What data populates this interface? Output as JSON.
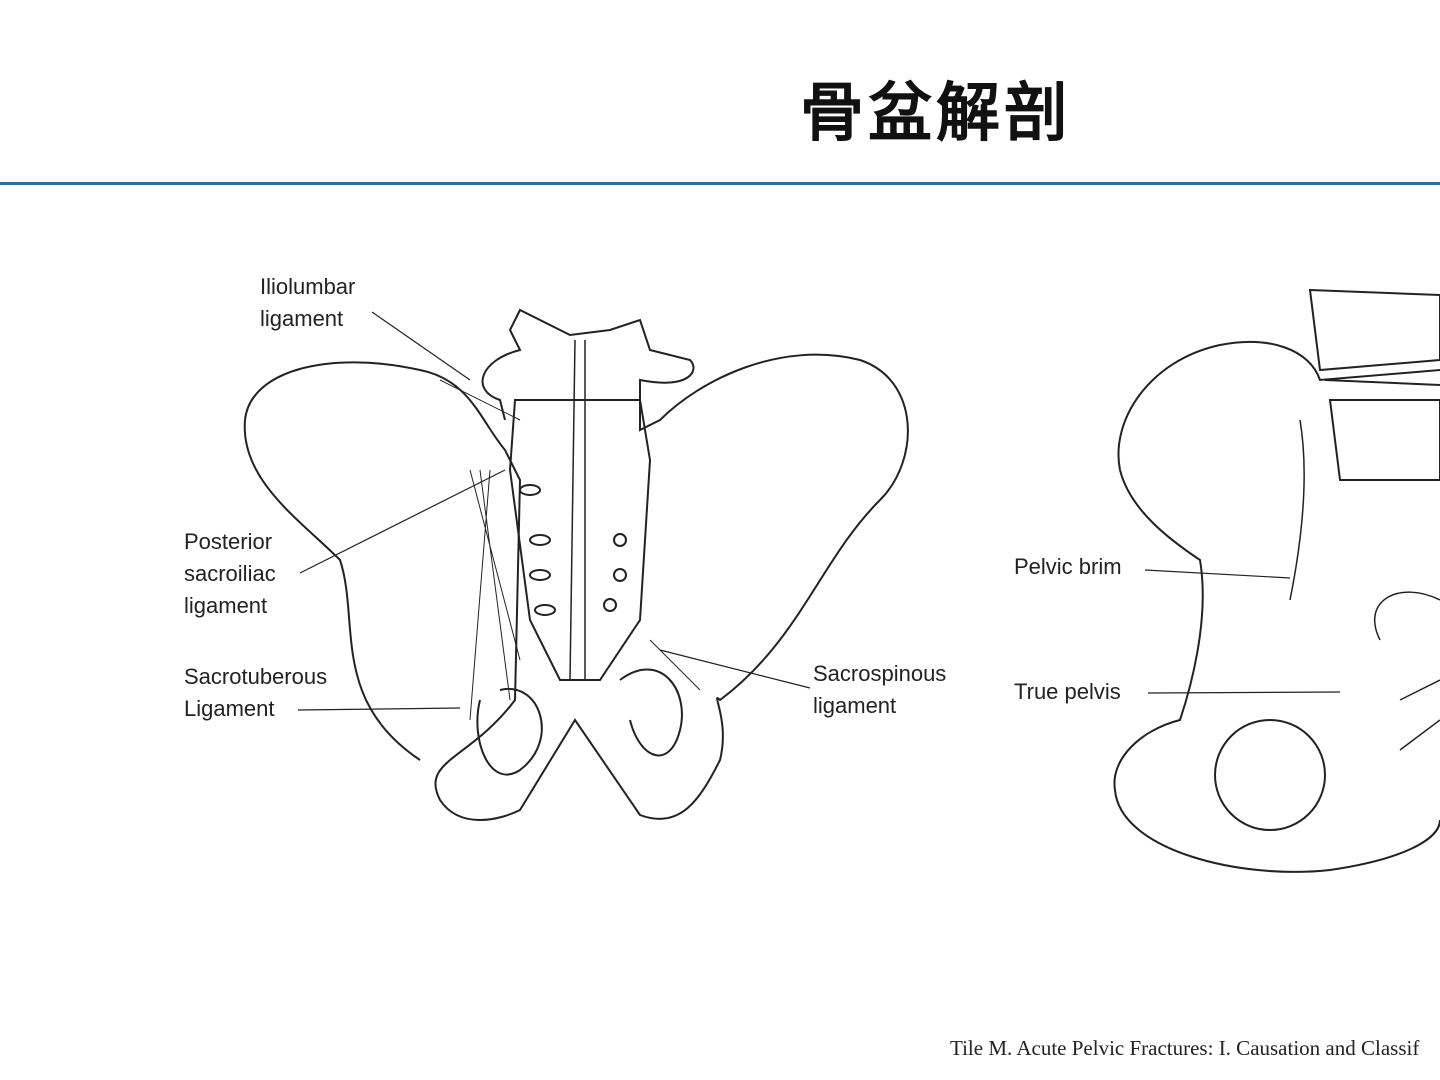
{
  "slide": {
    "title": "骨盆解剖",
    "accent_color": "#2f6fa8",
    "citation": "Tile M. Acute Pelvic Fractures: I. Causation and Classif"
  },
  "figure_left": {
    "labels": {
      "iliolumbar": [
        "Iliolumbar",
        "ligament"
      ],
      "posterior_sacroiliac": [
        "Posterior",
        "sacroiliac",
        "ligament"
      ],
      "sacrotuberous": [
        "Sacrotuberous",
        "Ligament"
      ],
      "sacrospinous": [
        "Sacrospinous",
        "ligament"
      ]
    }
  },
  "figure_right": {
    "labels": {
      "pelvic_brim": "Pelvic brim",
      "true_pelvis": "True pelvis"
    }
  }
}
